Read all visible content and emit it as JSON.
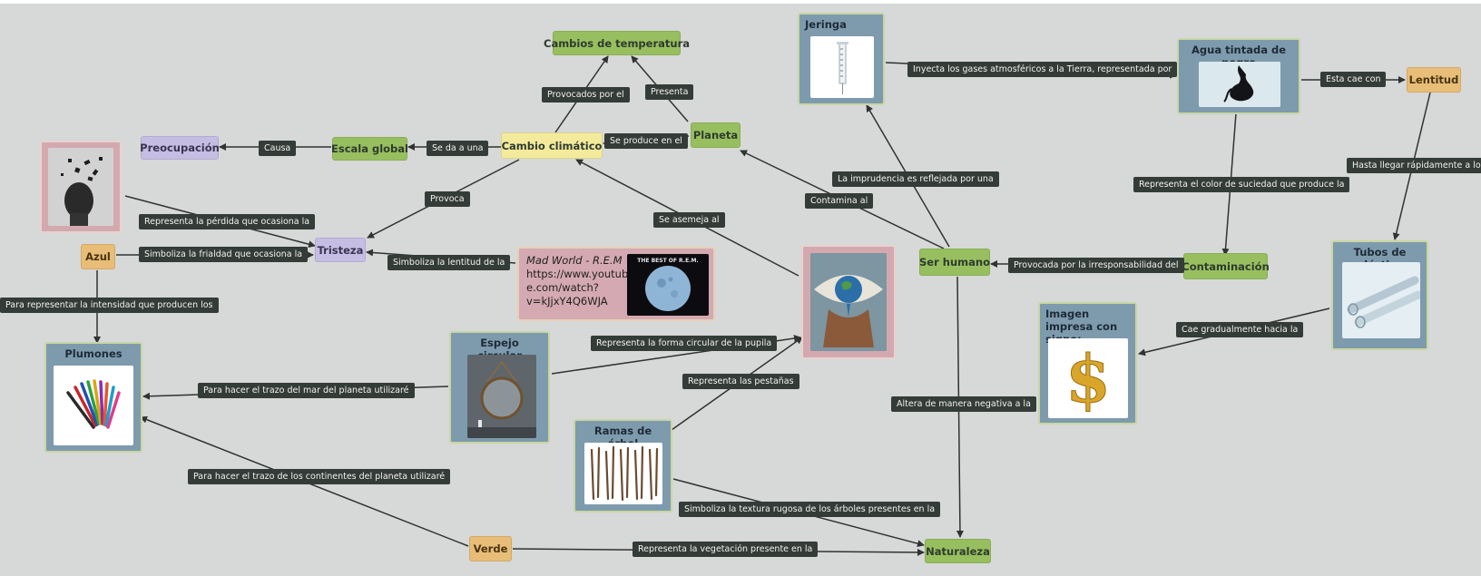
{
  "nodes": {
    "cambios_temp": "Cambios de temperatura",
    "cambio_climatico": "Cambio climático",
    "planeta": "Planeta",
    "escala_global": "Escala global",
    "preocupacion": "Preocupación",
    "tristeza": "Tristeza",
    "azul": "Azul",
    "ser_humano": "Ser humano",
    "contaminacion": "Contaminación",
    "lentitud": "Lentitud",
    "verde": "Verde",
    "naturaleza": "Naturaleza"
  },
  "cards": {
    "jeringa": "Jeringa",
    "agua": "Agua tintada de negro",
    "tubos": "Tubos de plástico",
    "imagen_impresa": "Imagen impresa con signo:",
    "plumones": "Plumones",
    "espejo": "Espejo circular",
    "ramas": "Ramas de árbol"
  },
  "video": {
    "title": "Mad World - R.E.M",
    "url": "https://www.youtube.com/watch?v=kJjxY4Q6WJA",
    "url_lines": [
      "https://www.youtub",
      "e.com/watch?",
      "v=kJjxY4Q6WJA"
    ],
    "thumb_caption": "THE BEST OF R.E.M."
  },
  "labels": {
    "provocados_por_el": "Provocados por el",
    "presenta": "Presenta",
    "se_produce_en_el": "Se produce en el",
    "se_da_a_una": "Se da a una",
    "causa": "Causa",
    "provoca": "Provoca",
    "representa_perdida": "Representa la pérdida que ocasiona la",
    "simboliza_frialdad": "Simboliza la frialdad que ocasiona la",
    "simboliza_lentitud": "Simboliza la lentitud de la",
    "para_intensidad": "Para representar la intensidad que producen los",
    "se_asemeja": "Se asemeja al",
    "contamina_al": "Contamina al",
    "imprudencia": "La imprudencia es reflejada por una",
    "inyecta": "Inyecta los gases atmosféricos a la Tierra, representada por",
    "esta_cae": "Esta cae con",
    "hasta_llegar": "Hasta llegar rápidamente a los",
    "representa_color": "Representa el color de suciedad que produce la",
    "provocada_por": "Provocada por la irresponsabilidad del",
    "cae_gradualmente": "Cae gradualmente hacia la",
    "altera": "Altera de manera negativa a la",
    "forma_pupila": "Representa la forma circular de la pupila",
    "pestanas": "Representa las pestañas",
    "trazo_mar": "Para hacer el trazo del mar del planeta utilizaré",
    "trazo_continentes": "Para hacer el trazo de los continentes del planeta utilizaré",
    "textura_rugosa": "Simboliza la textura rugosa de los árboles presentes en la",
    "vegetacion": "Representa la vegetación presente en la"
  },
  "colors": {
    "background": "#d7d8d8",
    "concept_green": "#98bf5f",
    "concept_yellow": "#f3ea9c",
    "concept_lavender": "#c6bde3",
    "concept_orange": "#e7bd78",
    "card_blue": "#7e9bae",
    "card_pink": "#d3a9af",
    "label_dark": "#343c37",
    "connector": "#2f3331"
  },
  "icons": {
    "jeringa_pic": "syringe-icon",
    "agua_pic": "ink-water-icon",
    "tubos_pic": "plastic-tubes-icon",
    "dollar_pic": "dollar-sign-icon",
    "plumones_pic": "markers-icon",
    "espejo_pic": "round-mirror-icon",
    "ramas_pic": "branches-icon",
    "eye_pic": "eye-earth-icon",
    "head_pic": "head-dispersing-icon",
    "video_thumb": "moon-album-cover-icon"
  }
}
